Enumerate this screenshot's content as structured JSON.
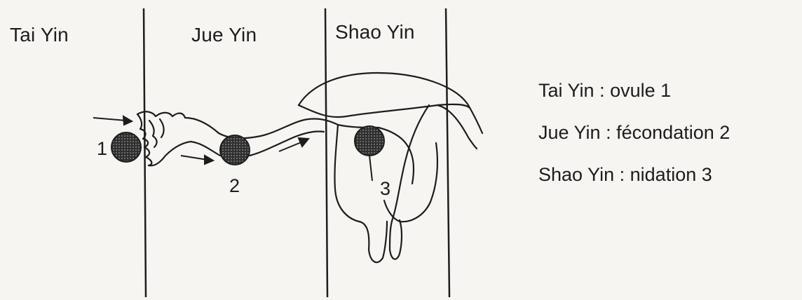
{
  "zones": [
    {
      "name": "Tai Yin"
    },
    {
      "name": "Jue Yin"
    },
    {
      "name": "Shao Yin"
    }
  ],
  "markers": [
    "1",
    "2",
    "3"
  ],
  "legend": [
    {
      "zone": "Tai Yin",
      "separator": ":",
      "stage": "ovule",
      "number": "1"
    },
    {
      "zone": "Jue Yin",
      "separator": ":",
      "stage": "fécondation",
      "number": "2"
    },
    {
      "zone": "Shao Yin",
      "separator": ":",
      "stage": "nidation",
      "number": "3"
    }
  ],
  "colors": {
    "ink": "#1d1d1d",
    "paper": "#f7f5f2",
    "egg": "#333333"
  }
}
